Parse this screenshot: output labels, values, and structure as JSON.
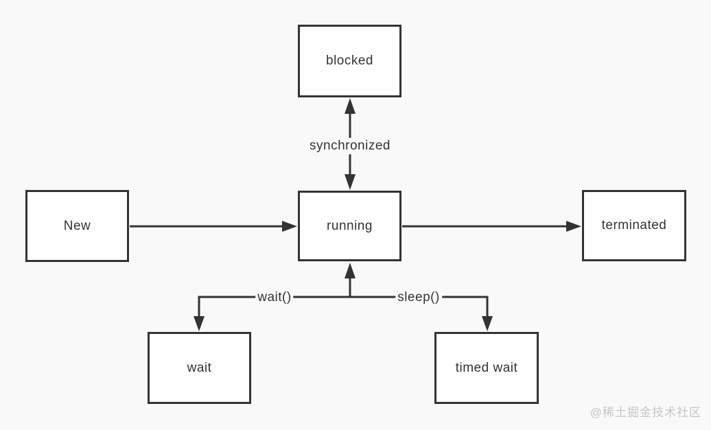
{
  "diagram": {
    "type": "state-diagram",
    "nodes": {
      "blocked": {
        "label": "blocked"
      },
      "new_state": {
        "label": "New"
      },
      "running": {
        "label": "running"
      },
      "terminated": {
        "label": "terminated"
      },
      "wait": {
        "label": "wait"
      },
      "timed_wait": {
        "label": "timed wait"
      }
    },
    "edges": [
      {
        "from": "blocked",
        "to": "running",
        "label": "synchronized",
        "direction": "both"
      },
      {
        "from": "New",
        "to": "running",
        "label": "",
        "direction": "forward"
      },
      {
        "from": "running",
        "to": "terminated",
        "label": "",
        "direction": "forward"
      },
      {
        "from": "running",
        "to": "wait",
        "label": "wait()",
        "direction": "both"
      },
      {
        "from": "running",
        "to": "timed wait",
        "label": "sleep()",
        "direction": "both"
      }
    ],
    "edge_labels": {
      "synchronized": "synchronized",
      "wait_call": "wait()",
      "sleep_call": "sleep()"
    },
    "watermark": "@稀土掘金技术社区",
    "colors": {
      "background": "#f9f9f9",
      "line": "#333333",
      "node_fill": "#fefefe",
      "node_border": "#333333",
      "text": "#333333",
      "watermark": "#c6c6c6"
    }
  }
}
